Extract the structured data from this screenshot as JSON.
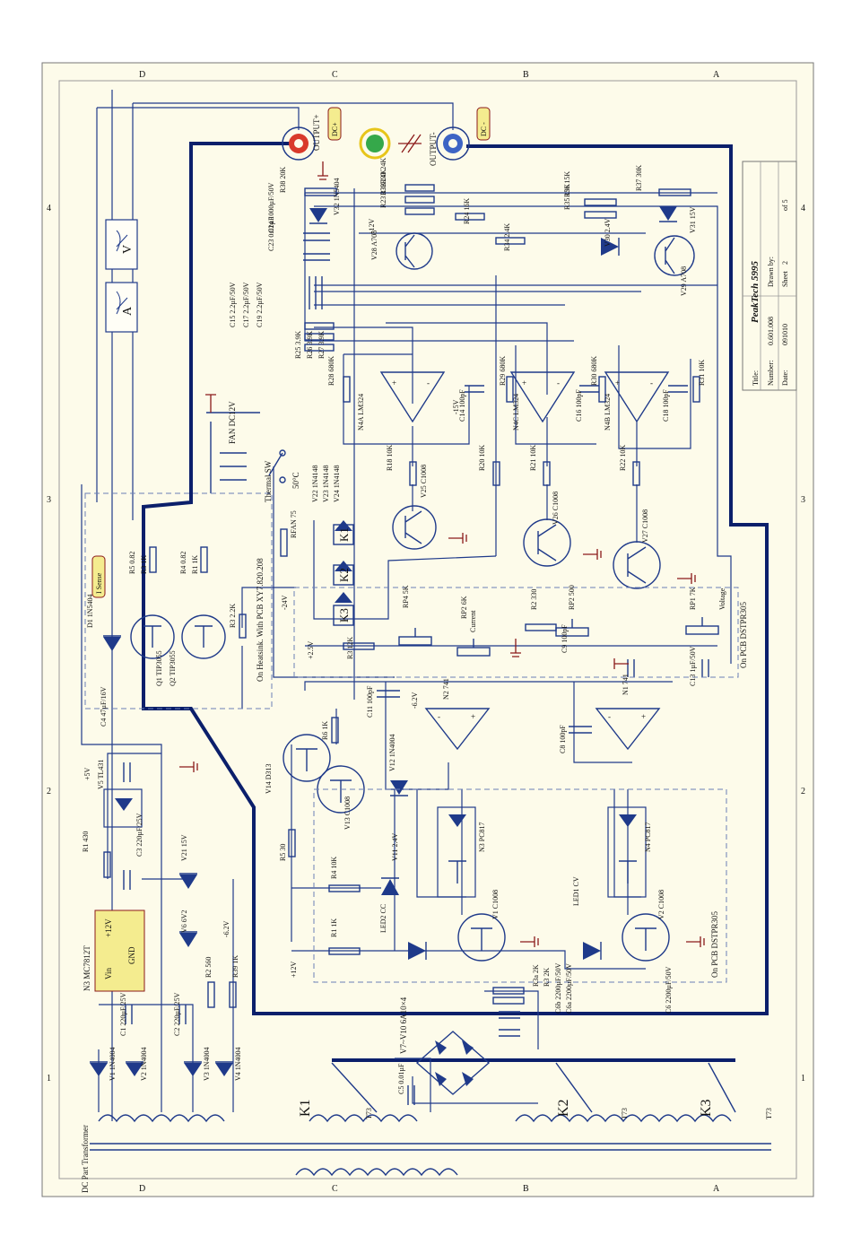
{
  "colors": {
    "paper": "#fdfbea",
    "wire": "#1f3a8a",
    "bus": "#0b1f6b",
    "accent_red": "#8b1a1a",
    "tag_fill": "#f4ec8f",
    "terminal_red": "#d93a2b",
    "terminal_green": "#35a84a",
    "terminal_yellow": "#e7c51a",
    "terminal_blue": "#3d64c4",
    "label_blue": "#1b3d9c"
  },
  "title_block": {
    "brand": "PeakTech 5995",
    "title_label": "Title:",
    "number_label": "Number:",
    "number": "0.601.008",
    "date_label": "Date:",
    "date": "091010",
    "drawn_label": "Drawn by:",
    "sheet_label": "Sheet",
    "sheet": "2",
    "of": "of 5"
  },
  "border": {
    "zones_letters": [
      "D",
      "C",
      "B",
      "A"
    ],
    "zones_numbers": [
      "4",
      "3",
      "2",
      "1"
    ]
  },
  "terminals": {
    "output_plus": "OUTPUT+",
    "output_minus": "OUTPUT-",
    "dc_plus": "DC+",
    "dc_minus": "DC -"
  },
  "meters": {
    "volt": "V",
    "amp": "A"
  },
  "labels": {
    "i_sense": "I Sense",
    "fan": "FAN DC12V",
    "thermal_sw": "Thermal SW",
    "thermal_temp": "50°C",
    "heatsink_note": "On Heatsink. With PCB XY7.820.208",
    "pcb_note_1": "On PCB DSTPR305",
    "pcb_note_2": "On PCB DSTPR305",
    "transformer": "DC Part Transformer",
    "regulator": "N3 MC7812T",
    "reg_in": "Vin",
    "reg_out": "+12V",
    "reg_gnd": "GND",
    "bridge": "V7~V10  6A10×4",
    "rp1_name": "Voltage",
    "rp2_name": "Current"
  },
  "relays": [
    "K1",
    "K2",
    "K3"
  ],
  "taps": [
    "T73",
    "T73",
    "T73"
  ],
  "rails": [
    "+12V",
    "-15V",
    "+5V",
    "-6.2V",
    "+2.5V",
    "-24V",
    "+12V",
    "-6.2V"
  ],
  "components": [
    {
      "ref": "R38",
      "value": "20K"
    },
    {
      "ref": "R33",
      "value": "24K"
    },
    {
      "ref": "R32",
      "value": "24K"
    },
    {
      "ref": "R23",
      "value": "33K"
    },
    {
      "ref": "R24",
      "value": "16K"
    },
    {
      "ref": "R34",
      "value": "2.4K"
    },
    {
      "ref": "R36",
      "value": "15K"
    },
    {
      "ref": "R35",
      "value": "15K"
    },
    {
      "ref": "R37",
      "value": "30K"
    },
    {
      "ref": "V32",
      "value": "1N5404"
    },
    {
      "ref": "C24",
      "value": "1000µF/50V"
    },
    {
      "ref": "C23",
      "value": "0.01µF"
    },
    {
      "ref": "V28",
      "value": "A708"
    },
    {
      "ref": "V29",
      "value": "A708"
    },
    {
      "ref": "V30",
      "value": "2.4V"
    },
    {
      "ref": "V31",
      "value": "15V"
    },
    {
      "ref": "C15",
      "value": "2.2µF/50V"
    },
    {
      "ref": "C17",
      "value": "2.2µF/50V"
    },
    {
      "ref": "C19",
      "value": "2.2µF/50V"
    },
    {
      "ref": "R25",
      "value": "3.9K"
    },
    {
      "ref": "R26",
      "value": "3.9K"
    },
    {
      "ref": "R27",
      "value": "3.9K"
    },
    {
      "ref": "R28",
      "value": "680K"
    },
    {
      "ref": "R29",
      "value": "680K"
    },
    {
      "ref": "R30",
      "value": "680K"
    },
    {
      "ref": "C14",
      "value": "100pF"
    },
    {
      "ref": "C16",
      "value": "100pF"
    },
    {
      "ref": "C18",
      "value": "100pF"
    },
    {
      "ref": "N4A",
      "value": "LM324"
    },
    {
      "ref": "N4C",
      "value": "LM324"
    },
    {
      "ref": "N4B",
      "value": "LM324"
    },
    {
      "ref": "R31",
      "value": "10K"
    },
    {
      "ref": "R18",
      "value": "10K"
    },
    {
      "ref": "R20",
      "value": "10K"
    },
    {
      "ref": "R21",
      "value": "10K"
    },
    {
      "ref": "R22",
      "value": "10K"
    },
    {
      "ref": "V25",
      "value": "C1008"
    },
    {
      "ref": "V26",
      "value": "C1008"
    },
    {
      "ref": "V27",
      "value": "C1008"
    },
    {
      "ref": "V22",
      "value": "1N4148"
    },
    {
      "ref": "V23",
      "value": "1N4148"
    },
    {
      "ref": "V24",
      "value": "1N4148"
    },
    {
      "ref": "RFAN",
      "value": "75"
    },
    {
      "ref": "R5",
      "value": "0.82"
    },
    {
      "ref": "R3",
      "value": "1K"
    },
    {
      "ref": "R4",
      "value": "0.82"
    },
    {
      "ref": "R1",
      "value": "1K"
    },
    {
      "ref": "D1",
      "value": "1N5404"
    },
    {
      "ref": "Q1",
      "value": "TIP3055"
    },
    {
      "ref": "Q2",
      "value": "TIP3055"
    },
    {
      "ref": "R3",
      "value": "2.2K"
    },
    {
      "ref": "R3",
      "value": "12K"
    },
    {
      "ref": "RP4",
      "value": "5K"
    },
    {
      "ref": "RP2",
      "value": "6K"
    },
    {
      "ref": "R2",
      "value": "330"
    },
    {
      "ref": "RP2",
      "value": "500"
    },
    {
      "ref": "RP1",
      "value": "7K"
    },
    {
      "ref": "C9",
      "value": "100pF"
    },
    {
      "ref": "C13",
      "value": "1µF/50V"
    },
    {
      "ref": "C11",
      "value": "100pF"
    },
    {
      "ref": "C8",
      "value": "100pF"
    },
    {
      "ref": "N2",
      "value": "741"
    },
    {
      "ref": "N1",
      "value": "741"
    },
    {
      "ref": "C4",
      "value": "47µF/16V"
    },
    {
      "ref": "V5",
      "value": "TL431"
    },
    {
      "ref": "V14",
      "value": "D313"
    },
    {
      "ref": "V13",
      "value": "C1008"
    },
    {
      "ref": "R6",
      "value": "1K"
    },
    {
      "ref": "V12",
      "value": "1N4004"
    },
    {
      "ref": "N3",
      "value": "PC817"
    },
    {
      "ref": "N4",
      "value": "PC817"
    },
    {
      "ref": "R1",
      "value": "430"
    },
    {
      "ref": "C3",
      "value": "220µF/25V"
    },
    {
      "ref": "V21",
      "value": "15V"
    },
    {
      "ref": "R5",
      "value": "30"
    },
    {
      "ref": "R4",
      "value": "10K"
    },
    {
      "ref": "V11",
      "value": "2.4V"
    },
    {
      "ref": "V1",
      "value": "C1008"
    },
    {
      "ref": "V2",
      "value": "C1008"
    },
    {
      "ref": "LED2",
      "value": "CC"
    },
    {
      "ref": "LED1",
      "value": "CV"
    },
    {
      "ref": "R1",
      "value": "1K"
    },
    {
      "ref": "V6",
      "value": "6V2"
    },
    {
      "ref": "C1",
      "value": "220µF/25V"
    },
    {
      "ref": "C2",
      "value": "220µF/25V"
    },
    {
      "ref": "R2",
      "value": "560"
    },
    {
      "ref": "R39",
      "value": "1K"
    },
    {
      "ref": "V1",
      "value": "1N4004"
    },
    {
      "ref": "V2",
      "value": "1N4004"
    },
    {
      "ref": "V3",
      "value": "1N4004"
    },
    {
      "ref": "V4",
      "value": "1N4004"
    },
    {
      "ref": "R3a",
      "value": "2K"
    },
    {
      "ref": "R3",
      "value": "2K"
    },
    {
      "ref": "C6",
      "value": "2200µF/50V"
    },
    {
      "ref": "C6a",
      "value": "2200µF/50V"
    },
    {
      "ref": "C6b",
      "value": "2200µF/50V"
    },
    {
      "ref": "C5",
      "value": "0.01µF"
    }
  ]
}
